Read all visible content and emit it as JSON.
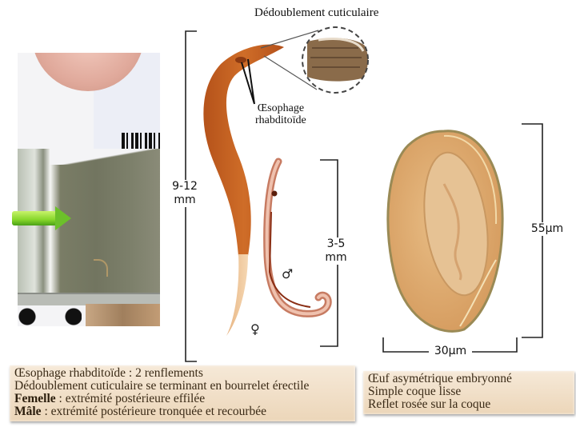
{
  "callout": {
    "title": "Dédoublement cuticulaire"
  },
  "annotation": {
    "line1": "Œsophage",
    "line2": "rhabditoïde"
  },
  "scales": {
    "female_length_value": "9-12",
    "female_length_unit": "mm",
    "male_length_value": "3-5",
    "male_length_unit": "mm",
    "egg_height": "55µm",
    "egg_width": "30µm"
  },
  "symbols": {
    "female": "♀",
    "male": "♂"
  },
  "colors": {
    "female_worm": "#c4621e",
    "female_tail": "#efc99c",
    "male_worm": "#d98a73",
    "egg": "#dba76a",
    "arrow": "#7bd02a",
    "textbox_bg": "#f1dfc6"
  },
  "left_box": {
    "lines": [
      {
        "bold": "",
        "text": "Œsophage rhabditoïde : 2 renflements"
      },
      {
        "bold": "",
        "text": "Dédoublement cuticulaire se terminant en bourrelet érectile"
      },
      {
        "bold": "Femelle",
        "text": " :   extrémité postérieure effilée"
      },
      {
        "bold": "Mâle",
        "text": " : extrémité postérieure tronquée et recourbée"
      }
    ]
  },
  "right_box": {
    "lines": [
      "Œuf asymétrique embryonné",
      "Simple coque lisse",
      "Reflet rosée sur la coque"
    ]
  }
}
